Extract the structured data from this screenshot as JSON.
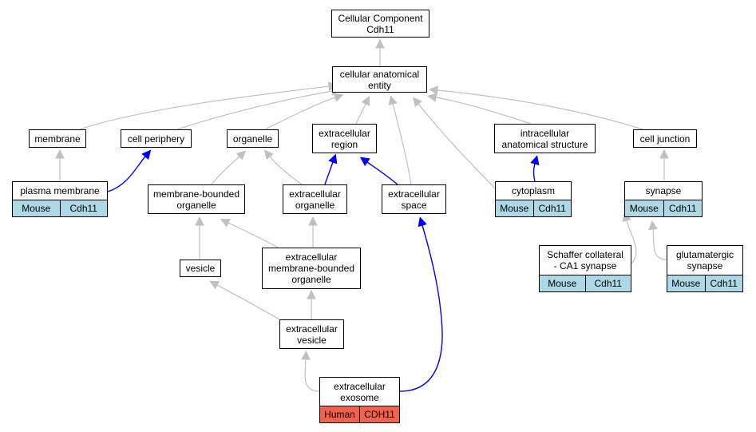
{
  "colors": {
    "edge_gray": "#c0c0c0",
    "edge_blue": "#0000ff",
    "mouse_tag": "#add8e6",
    "human_tag": "#f46048"
  },
  "nodes": {
    "root": {
      "line1": "Cellular Component",
      "line2": "Cdh11"
    },
    "cellular_anatomical_entity": {
      "line1": "cellular anatomical",
      "line2": "entity"
    },
    "membrane": {
      "line1": "membrane"
    },
    "cell_periphery": {
      "line1": "cell periphery"
    },
    "organelle": {
      "line1": "organelle"
    },
    "extracellular_region": {
      "line1": "extracellular",
      "line2": "region"
    },
    "intracellular_anatomical_structure": {
      "line1": "intracellular",
      "line2": "anatomical structure"
    },
    "cell_junction": {
      "line1": "cell junction"
    },
    "plasma_membrane": {
      "line1": "plasma membrane",
      "species": "Mouse",
      "gene": "Cdh11"
    },
    "membrane_bounded_organelle": {
      "line1": "membrane-bounded",
      "line2": "organelle"
    },
    "extracellular_organelle": {
      "line1": "extracellular",
      "line2": "organelle"
    },
    "extracellular_space": {
      "line1": "extracellular",
      "line2": "space"
    },
    "cytoplasm": {
      "line1": "cytoplasm",
      "species": "Mouse",
      "gene": "Cdh11"
    },
    "synapse": {
      "line1": "synapse",
      "species": "Mouse",
      "gene": "Cdh11"
    },
    "vesicle": {
      "line1": "vesicle"
    },
    "extracellular_membrane_bounded_organelle": {
      "line1": "extracellular",
      "line2": "membrane-bounded",
      "line3": "organelle"
    },
    "schaffer_collateral": {
      "line1": "Schaffer collateral",
      "line2": "- CA1 synapse",
      "species": "Mouse",
      "gene": "Cdh11"
    },
    "glutamatergic_synapse": {
      "line1": "glutamatergic",
      "line2": "synapse",
      "species": "Mouse",
      "gene": "Cdh11"
    },
    "extracellular_vesicle": {
      "line1": "extracellular",
      "line2": "vesicle"
    },
    "extracellular_exosome": {
      "line1": "extracellular",
      "line2": "exosome",
      "species": "Human",
      "gene": "CDH11"
    }
  },
  "edges": [
    {
      "from": "cellular_anatomical_entity",
      "to": "root",
      "color": "gray"
    },
    {
      "from": "membrane",
      "to": "cellular_anatomical_entity",
      "color": "gray"
    },
    {
      "from": "cell_periphery",
      "to": "cellular_anatomical_entity",
      "color": "gray"
    },
    {
      "from": "organelle",
      "to": "cellular_anatomical_entity",
      "color": "gray"
    },
    {
      "from": "extracellular_region",
      "to": "cellular_anatomical_entity",
      "color": "gray"
    },
    {
      "from": "extracellular_space",
      "to": "cellular_anatomical_entity",
      "color": "gray"
    },
    {
      "from": "cytoplasm",
      "to": "cellular_anatomical_entity",
      "color": "gray"
    },
    {
      "from": "intracellular_anatomical_structure",
      "to": "cellular_anatomical_entity",
      "color": "gray"
    },
    {
      "from": "cell_junction",
      "to": "cellular_anatomical_entity",
      "color": "gray"
    },
    {
      "from": "plasma_membrane",
      "to": "membrane",
      "color": "gray"
    },
    {
      "from": "plasma_membrane",
      "to": "cell_periphery",
      "color": "blue"
    },
    {
      "from": "membrane_bounded_organelle",
      "to": "organelle",
      "color": "gray"
    },
    {
      "from": "extracellular_organelle",
      "to": "organelle",
      "color": "gray"
    },
    {
      "from": "extracellular_organelle",
      "to": "extracellular_region",
      "color": "blue"
    },
    {
      "from": "extracellular_space",
      "to": "extracellular_region",
      "color": "blue"
    },
    {
      "from": "cytoplasm",
      "to": "intracellular_anatomical_structure",
      "color": "blue"
    },
    {
      "from": "synapse",
      "to": "cell_junction",
      "color": "gray"
    },
    {
      "from": "vesicle",
      "to": "membrane_bounded_organelle",
      "color": "gray"
    },
    {
      "from": "extracellular_membrane_bounded_organelle",
      "to": "membrane_bounded_organelle",
      "color": "gray"
    },
    {
      "from": "extracellular_membrane_bounded_organelle",
      "to": "extracellular_organelle",
      "color": "gray"
    },
    {
      "from": "extracellular_vesicle",
      "to": "vesicle",
      "color": "gray"
    },
    {
      "from": "extracellular_vesicle",
      "to": "extracellular_membrane_bounded_organelle",
      "color": "gray"
    },
    {
      "from": "extracellular_exosome",
      "to": "extracellular_vesicle",
      "color": "gray"
    },
    {
      "from": "extracellular_exosome",
      "to": "extracellular_space",
      "color": "blue"
    },
    {
      "from": "schaffer_collateral",
      "to": "synapse",
      "color": "gray"
    },
    {
      "from": "glutamatergic_synapse",
      "to": "synapse",
      "color": "gray"
    }
  ]
}
